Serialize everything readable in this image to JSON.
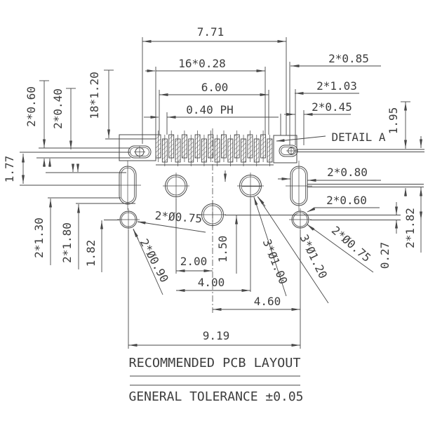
{
  "drawing": {
    "background": "#ffffff",
    "line_color": "#474747",
    "text_color": "#3d3d3d",
    "title": "RECOMMENDED PCB LAYOUT",
    "tolerance_note": "GENERAL TOLERANCE ±0.05",
    "detail_callout": "DETAIL A",
    "pads": {
      "count": 18
    },
    "dims": {
      "total_width": "7.71",
      "pad_width_16": "16*0.28",
      "span_600": "6.00",
      "pitch": "0.40 PH",
      "end_085": "2*0.85",
      "end_103": "2*1.03",
      "end_045": "2*0.45",
      "v_195": "1.95",
      "left_060": "2*0.60",
      "left_040": "2*0.40",
      "pad_height": "18*1.20",
      "v_177": "1.77",
      "v_130": "2*1.30",
      "v_180": "2*1.80",
      "v_182": "1.82",
      "slot_080": "2*0.80",
      "slot_060": "2*0.60",
      "r_182": "2*1.82",
      "r_027": "0.27",
      "hole_075_left": "2*Ø0.75",
      "hole_090": "2*Ø0.90",
      "hole_100": "3*Ø1.00",
      "hole_120": "3*Ø1.20",
      "hole_075_right": "2*Ø0.75",
      "sp_200": "2.00",
      "sp_150": "1.50",
      "sp_400": "4.00",
      "sp_460": "4.60",
      "sp_919": "9.19"
    }
  }
}
